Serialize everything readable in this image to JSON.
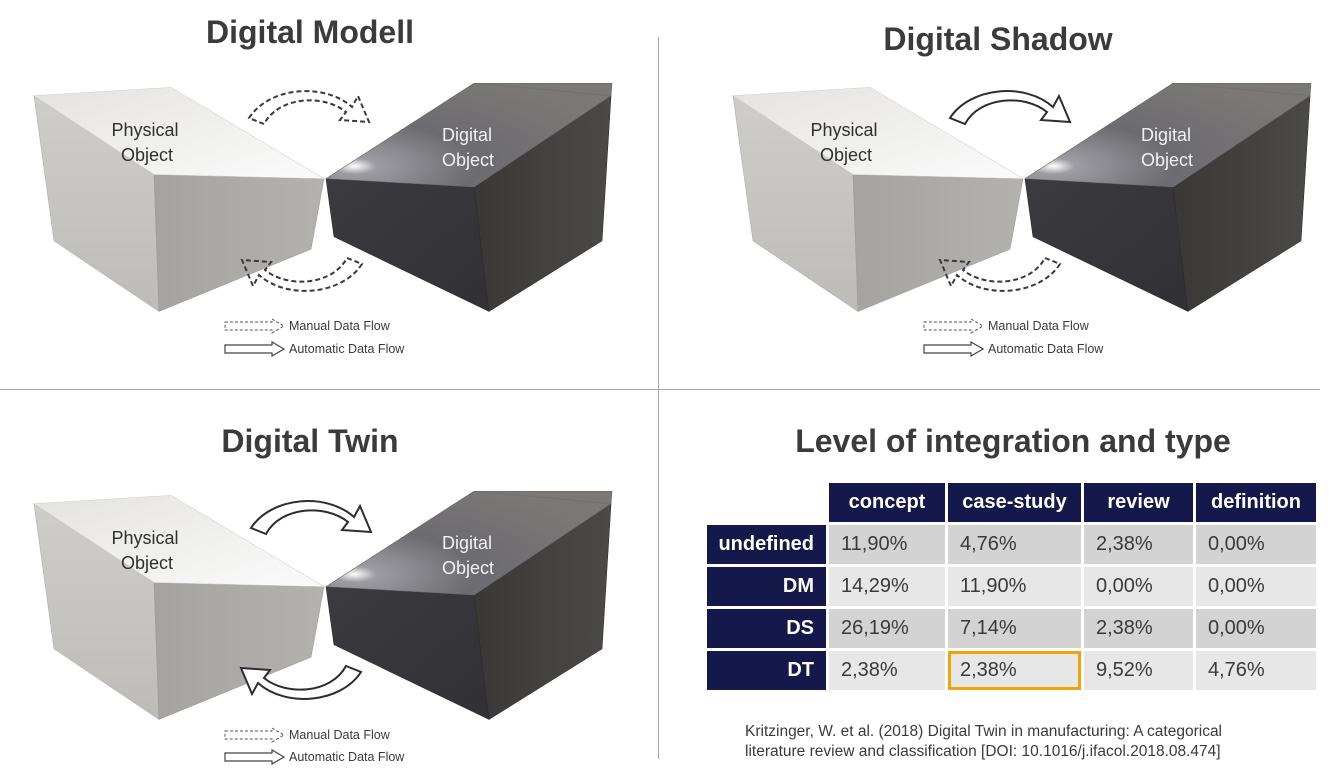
{
  "panels": {
    "model": {
      "title": "Digital Modell"
    },
    "shadow": {
      "title": "Digital Shadow"
    },
    "twin": {
      "title": "Digital Twin"
    },
    "table": {
      "title": "Level of integration and type"
    }
  },
  "objects": {
    "physical_line1": "Physical",
    "physical_line2": "Object",
    "digital_line1": "Digital",
    "digital_line2": "Object"
  },
  "legend": {
    "manual": "Manual Data Flow",
    "automatic": "Automatic Data Flow"
  },
  "integration_table": {
    "columns": [
      "concept",
      "case-study",
      "review",
      "definition"
    ],
    "rows": [
      {
        "label": "undefined",
        "values": [
          "11,90%",
          "4,76%",
          "2,38%",
          "0,00%"
        ]
      },
      {
        "label": "DM",
        "values": [
          "14,29%",
          "11,90%",
          "0,00%",
          "0,00%"
        ]
      },
      {
        "label": "DS",
        "values": [
          "26,19%",
          "7,14%",
          "2,38%",
          "0,00%"
        ]
      },
      {
        "label": "DT",
        "values": [
          "2,38%",
          "2,38%",
          "9,52%",
          "4,76%"
        ]
      }
    ],
    "highlight": {
      "row": "DT",
      "column": "case-study",
      "color": "#f0a30a"
    }
  },
  "citation": {
    "line1": "Kritzinger, W. et al. (2018) Digital Twin in manufacturing: A categorical",
    "line2": "literature review and classification [DOI: 10.1016/j.ifacol.2018.08.474]"
  },
  "colors": {
    "header_bg": "#14184a",
    "cell_dark": "#d3d3d4",
    "cell_light": "#e7e7e8",
    "physical_box": "#c9c7c4",
    "digital_box": "#3c3c40"
  }
}
